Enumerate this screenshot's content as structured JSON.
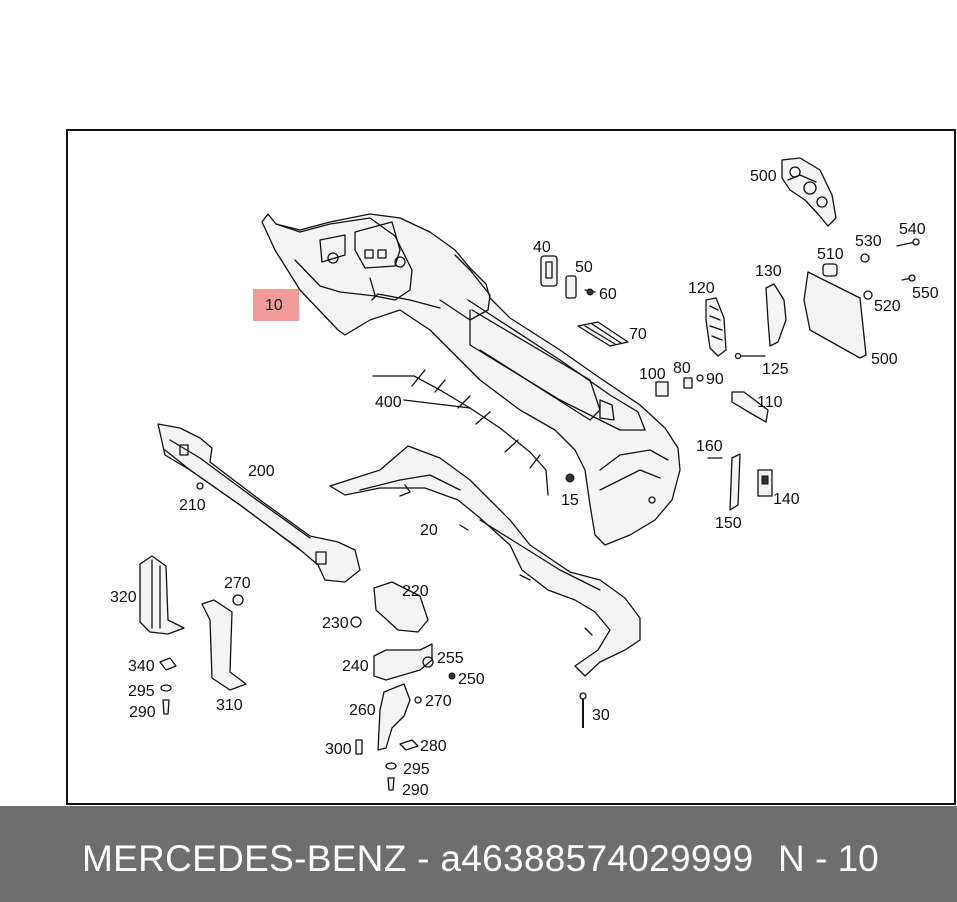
{
  "diagram": {
    "highlighted_callout": "10",
    "callouts": [
      "500",
      "540",
      "530",
      "510",
      "520",
      "550",
      "500",
      "40",
      "50",
      "60",
      "120",
      "130",
      "10",
      "70",
      "125",
      "100",
      "80",
      "90",
      "400",
      "110",
      "160",
      "140",
      "15",
      "150",
      "200",
      "210",
      "20",
      "320",
      "270",
      "220",
      "230",
      "255",
      "240",
      "250",
      "340",
      "295",
      "290",
      "310",
      "260",
      "270",
      "300",
      "280",
      "295",
      "290",
      "30"
    ]
  },
  "footer": {
    "brand_part": "MERCEDES-BENZ - a46388574029999",
    "ref": "N - 10"
  }
}
